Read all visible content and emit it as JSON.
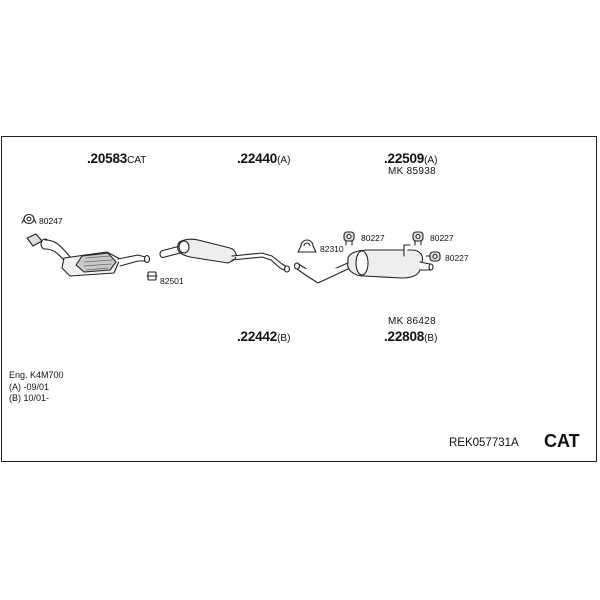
{
  "parts": {
    "p1": {
      "number": ".20583",
      "suffix": "CAT"
    },
    "p2": {
      "number": ".22440",
      "suffix": "(A)"
    },
    "p3": {
      "number": ".22509",
      "suffix": "(A)"
    },
    "p3_mk": "MK  85938",
    "p4": {
      "number": ".22442",
      "suffix": "(B)"
    },
    "p5_mk": "MK  86428",
    "p5": {
      "number": ".22808",
      "suffix": "(B)"
    }
  },
  "small_parts": {
    "clamp_80247": "80247",
    "mount_82501": "82501",
    "clamp_82310": "82310",
    "rubber_80227_a": "80227",
    "rubber_80227_b": "80227",
    "rubber_80227_c": "80227"
  },
  "notes": {
    "engine": "Eng. K4M700",
    "variant_a": "(A) -09/01",
    "variant_b": "(B) 10/01-"
  },
  "footer": {
    "reference": "REK057731A",
    "category": "CAT"
  }
}
